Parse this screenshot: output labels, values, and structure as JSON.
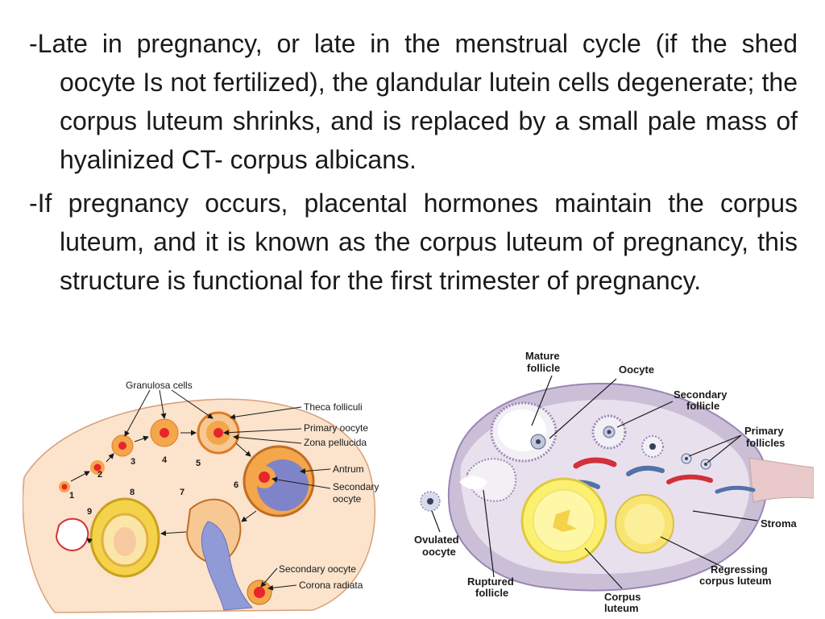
{
  "paragraphs": [
    "-Late in pregnancy, or late in the menstrual cycle (if the shed oocyte Is not fertilized), the glandular lutein cells degenerate; the corpus luteum shrinks, and is replaced by a small pale mass of hyalinized CT- corpus albicans.",
    "-If pregnancy occurs, placental hormones maintain the corpus luteum, and it is known as the corpus luteum of pregnancy, this structure is functional for the first trimester of pregnancy."
  ],
  "figure_left": {
    "labels": {
      "granulosa": "Granulosa cells",
      "theca": "Theca folliculi",
      "primary_oocyte": "Primary oocyte",
      "zona": "Zona pellucida",
      "antrum": "Antrum",
      "secondary_oocyte_a": "Secondary",
      "secondary_oocyte_b": "oocyte",
      "secondary_oocyte_bottom": "Secondary oocyte",
      "corona": "Corona radiata"
    },
    "stage_numbers": [
      "1",
      "2",
      "3",
      "4",
      "5",
      "6",
      "7",
      "8",
      "9"
    ]
  },
  "figure_right": {
    "labels": {
      "mature_a": "Mature",
      "mature_b": "follicle",
      "oocyte": "Oocyte",
      "secondary_a": "Secondary",
      "secondary_b": "follicle",
      "primary_a": "Primary",
      "primary_b": "follicles",
      "stroma": "Stroma",
      "ovulated_a": "Ovulated",
      "ovulated_b": "oocyte",
      "ruptured_a": "Ruptured",
      "ruptured_b": "follicle",
      "corpus_a": "Corpus",
      "corpus_b": "luteum",
      "regressing_a": "Regressing",
      "regressing_b": "corpus luteum"
    }
  },
  "colors": {
    "ovary_left": "#fbe3cc",
    "follicle_orange": "#f4a64a",
    "oocyte_red": "#e8242c",
    "antrum_blue": "#7f84c9",
    "ovary_right": "#cbbfd8",
    "luteum_yellow": "#fbf070"
  }
}
